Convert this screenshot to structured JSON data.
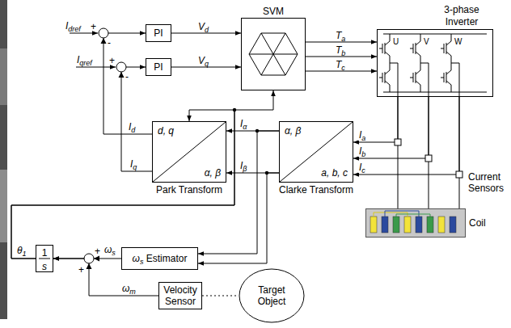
{
  "diagram": {
    "nodes": [
      {
        "text": [
          "PI"
        ]
      },
      {
        "text": [
          "PI"
        ]
      },
      {
        "text": [
          "SVM"
        ]
      },
      {
        "text": [
          "3-phase Inverter",
          "U",
          "V",
          "W"
        ]
      },
      {
        "text": [
          "d, q",
          "α, β",
          "Park Transform"
        ]
      },
      {
        "text": [
          "α, β",
          "a, b, c",
          "Clarke Transform"
        ]
      },
      {
        "text": [
          "Coil"
        ]
      },
      {
        "text": [
          "1",
          "s"
        ]
      },
      {
        "text": [
          "ωs Estimator"
        ]
      },
      {
        "text": [
          "Velocity Sensor"
        ]
      },
      {
        "text": [
          "Target Object"
        ]
      }
    ],
    "edges": [
      {
        "from": 0,
        "to": 2,
        "label": "Vd",
        "arrow": "to"
      },
      {
        "from": 1,
        "to": 2,
        "label": "Vq",
        "arrow": "to"
      },
      {
        "from": 2,
        "to": 3,
        "label": "Ta",
        "arrow": "to"
      },
      {
        "from": 2,
        "to": 3,
        "label": "Tb",
        "arrow": "to"
      },
      {
        "from": 2,
        "to": 3,
        "label": "Tc",
        "arrow": "to"
      },
      {
        "from": 3,
        "to": 6,
        "arrow": "none"
      },
      {
        "from": 3,
        "to": 6,
        "arrow": "none"
      },
      {
        "from": 3,
        "to": 6,
        "arrow": "none"
      },
      {
        "from": 3,
        "to": 5,
        "label": "Ia",
        "arrow": "to"
      },
      {
        "from": 3,
        "to": 5,
        "label": "Ib",
        "arrow": "to"
      },
      {
        "from": 3,
        "to": 5,
        "label": "Ic",
        "arrow": "to"
      },
      {
        "from": 5,
        "to": 4,
        "label": "Iα",
        "arrow": "to"
      },
      {
        "from": 5,
        "to": 4,
        "label": "Iβ",
        "arrow": "to"
      },
      {
        "from": 5,
        "to": 8,
        "arrow": "to"
      },
      {
        "from": 5,
        "to": 8,
        "arrow": "to"
      },
      {
        "from": 4,
        "to": 0,
        "label": "Id",
        "arrow": "to"
      },
      {
        "from": 4,
        "to": 1,
        "label": "Iq",
        "arrow": "to"
      },
      {
        "from": 8,
        "to": 7,
        "label": "ωs",
        "arrow": "to"
      },
      {
        "from": 9,
        "to": 7,
        "label": "ωm",
        "arrow": "to"
      },
      {
        "from": 7,
        "to": 4,
        "label": "θ1",
        "arrow": "to"
      },
      {
        "from": 7,
        "to": 2,
        "arrow": "to"
      },
      {
        "from": 9,
        "to": 10,
        "arrow": "none"
      }
    ],
    "labels": [
      "Idref",
      "+",
      "-",
      "Iqref",
      "+",
      "-",
      "Current Sensors",
      "+",
      "+"
    ]
  }
}
